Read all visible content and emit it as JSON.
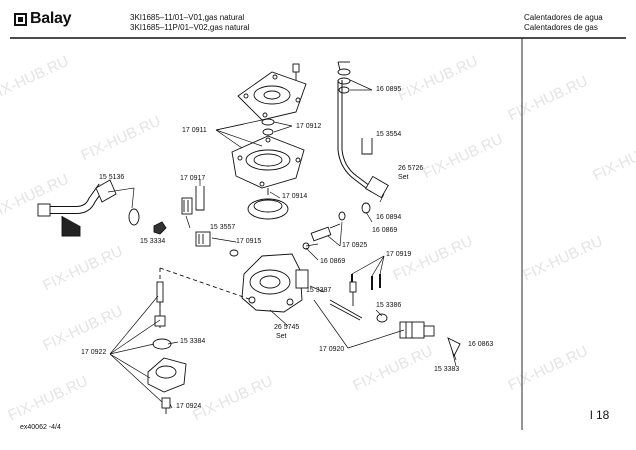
{
  "brand": {
    "logo_text": "Balay"
  },
  "header": {
    "models": [
      "3KI1685–11/01–V01,gas natural",
      "3KI1685–11P/01–V02,gas natural"
    ],
    "categories": [
      "Calentadores de agua",
      "Calentadores de gas"
    ]
  },
  "watermark": "FIX-HUB.RU",
  "part_labels": [
    "16 0895",
    "15 3554",
    "26 5726",
    "Set",
    "16 0894",
    "17 0911",
    "17 0912",
    "15 5136",
    "17 0917",
    "17 0914",
    "15 3557",
    "15 3334",
    "17 0915",
    "16 0869",
    "17 0925",
    "16 0869",
    "17 0919",
    "15 3387",
    "15 3386",
    "26 5745",
    "Set",
    "17 0922",
    "15 3384",
    "17 0920",
    "16 0863",
    "15 3383",
    "17 0924"
  ],
  "footer": {
    "drawing_code": "ex40062 -4/4",
    "page_number": "l 18"
  }
}
